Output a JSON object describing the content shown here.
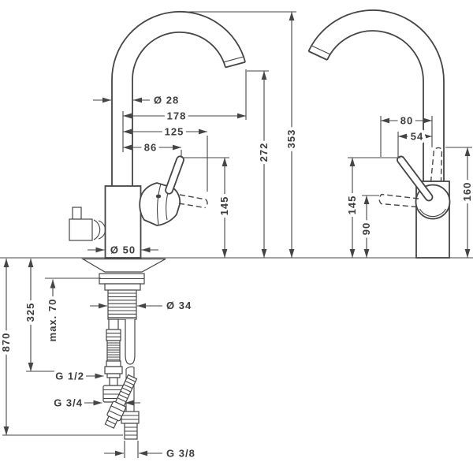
{
  "page": {
    "background": "#ffffff",
    "line_color": "#454545",
    "text_color": "#3d3d3d",
    "description": "Faucet technical installation drawing, front and side views with dimensions in mm"
  },
  "front_view": {
    "spout_diameter": "Ø 28",
    "spout_reach": "178",
    "handle_offset": "125",
    "aerator_offset": "86",
    "handle_height": "145",
    "spout_outlet_height": "272",
    "total_height": "353",
    "base_diameter": "Ø 50"
  },
  "side_view": {
    "handle_reach": "80",
    "handle_tip_offset": "54",
    "handle_height": "145",
    "handle_pivot_height": "90",
    "handle_clearance_height": "160"
  },
  "installation": {
    "hose_length": "870",
    "supply_connection_depth": "325",
    "max_counter_thickness": "max. 70",
    "shank_diameter": "Ø 34",
    "supply_thread": "G 1/2",
    "dishwasher_thread": "G 3/4",
    "angle_valve_thread": "G 3/8"
  }
}
